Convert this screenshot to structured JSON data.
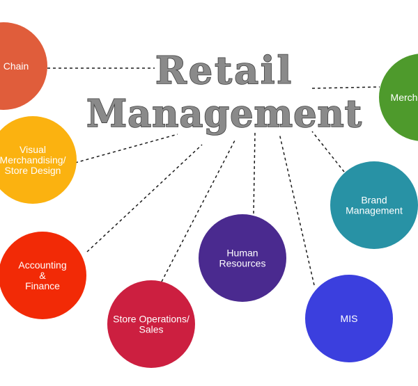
{
  "title": {
    "line1": "Retail",
    "line2": "Management"
  },
  "nodes": [
    {
      "id": "supply-chain",
      "lines": [
        "Chain"
      ],
      "color": "#e05d3b"
    },
    {
      "id": "visual-merchandising",
      "lines": [
        "Visual",
        "Merchandising/",
        "Store Design"
      ],
      "color": "#fbb210"
    },
    {
      "id": "accounting-finance",
      "lines": [
        "Accounting",
        "&",
        "Finance"
      ],
      "color": "#f22a06"
    },
    {
      "id": "store-operations",
      "lines": [
        "Store Operations/",
        "Sales"
      ],
      "color": "#cc1f40"
    },
    {
      "id": "human-resources",
      "lines": [
        "Human",
        "Resources"
      ],
      "color": "#4a2a8f"
    },
    {
      "id": "mis",
      "lines": [
        "MIS"
      ],
      "color": "#3b3fde"
    },
    {
      "id": "brand-management",
      "lines": [
        "Brand",
        "Management"
      ],
      "color": "#2892a5"
    },
    {
      "id": "merchandising",
      "lines": [
        "Merch"
      ],
      "color": "#4e9a2c"
    }
  ]
}
